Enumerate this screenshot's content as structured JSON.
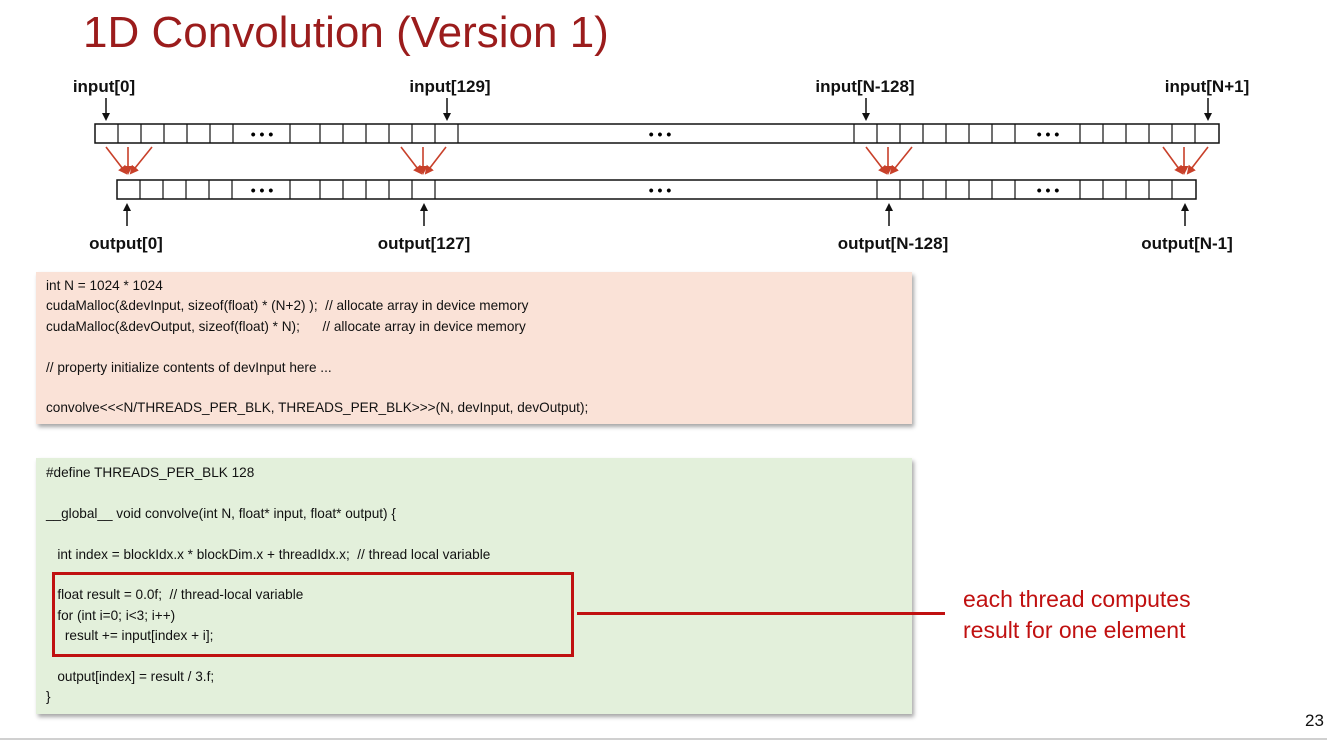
{
  "slide": {
    "title": "1D Convolution (Version 1)",
    "page_number": "23",
    "callout": [
      "each thread computes",
      "result for one element"
    ]
  },
  "diagram": {
    "input_labels": [
      "input[0]",
      "input[129]",
      "input[N-128]",
      "input[N+1]"
    ],
    "output_labels": [
      "output[0]",
      "output[127]",
      "output[N-128]",
      "output[N-1]"
    ],
    "ellipsis": "• • •"
  },
  "host_code": [
    "int N = 1024 * 1024",
    "cudaMalloc(&devInput, sizeof(float) * (N+2) );  // allocate array in device memory",
    "cudaMalloc(&devOutput, sizeof(float) * N);      // allocate array in device memory",
    "",
    "// property initialize contents of devInput here ...",
    "",
    "convolve<<<N/THREADS_PER_BLK, THREADS_PER_BLK>>>(N, devInput, devOutput);"
  ],
  "kernel_code": [
    "#define THREADS_PER_BLK 128",
    "",
    "__global__ void convolve(int N, float* input, float* output) {",
    "",
    "   int index = blockIdx.x * blockDim.x + threadIdx.x;  // thread local variable",
    "",
    "   float result = 0.0f;  // thread-local variable",
    "   for (int i=0; i<3; i++)",
    "     result += input[index + i];",
    "",
    "   output[index] = result / 3.f;",
    "}"
  ],
  "colors": {
    "title": "#9b1c1c",
    "accent_red": "#c01010",
    "host_box": "#fae2d7",
    "kernel_box": "#e3f0db"
  }
}
